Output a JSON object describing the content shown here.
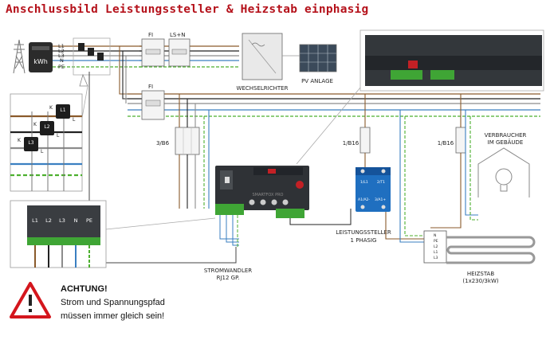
{
  "title": "Anschlussbild Leistungssteller & Heizstab einphasig",
  "colors": {
    "title": "#b5121b",
    "L1": "#8a5a2b",
    "L2": "#222222",
    "L3": "#8c8c8c",
    "N": "#3a7fc1",
    "PE": "#4caf2e",
    "device": "#2f3236",
    "warning": "#d4161d"
  },
  "meter": {
    "label": "kWh"
  },
  "lines": {
    "L1": "L1",
    "L2": "L2",
    "L3": "L3",
    "N": "N",
    "PE": "PE"
  },
  "breakers": {
    "fi_top": "FI",
    "lsn_top": "LS+N",
    "fi_mid": "FI",
    "b6": "3/B6",
    "b16_heater": "1/B16",
    "b16_load": "1/B16"
  },
  "inverter": {
    "label": "WECHSELRICHTER"
  },
  "pv": {
    "label": "PV ANLAGE"
  },
  "consumer": {
    "line1": "VERBRAUCHER",
    "line2": "IM GEBÄUDE"
  },
  "smartfox": {
    "brand": "SMARTFOX PRO"
  },
  "power_controller": {
    "line1": "LEISTUNGSSTELLER",
    "line2": "1 PHASIG",
    "t_1l1": "1/L1",
    "t_2t1": "2/T1",
    "t_a1": "A1/A2-",
    "t_a2": "3/A1+"
  },
  "current_transformer": {
    "line1": "STROMWANDLER",
    "line2": "RJ12 GP."
  },
  "heater": {
    "line1": "HEIZSTAB",
    "line2": "(1x230/3kW)",
    "terms": [
      "N",
      "PE",
      "L2",
      "L1",
      "L3"
    ]
  },
  "clamps": [
    {
      "label": "L1",
      "k": "K",
      "l": "L"
    },
    {
      "label": "L2",
      "k": "K",
      "l": "L"
    },
    {
      "label": "L3",
      "k": "K",
      "l": "L"
    }
  ],
  "terminal_block": [
    "L1",
    "L2",
    "L3",
    "N",
    "PE"
  ],
  "warning": {
    "heading": "ACHTUNG!",
    "line1": "Strom und Spannungspfad",
    "line2": "müssen immer gleich sein!"
  }
}
